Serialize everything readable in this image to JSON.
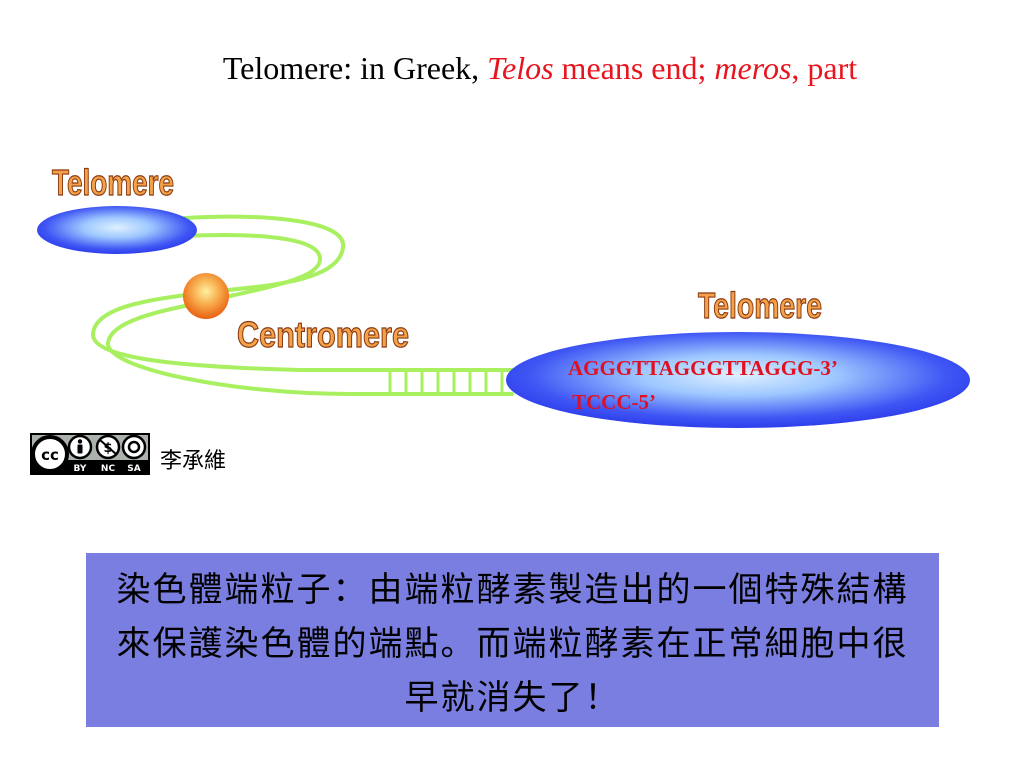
{
  "title": {
    "prefix": "Telomere: in Greek, ",
    "term1": "Telos",
    "middle": " means end; ",
    "term2": "meros",
    "suffix": ", part"
  },
  "labels": {
    "telomere_left": "Telomere",
    "telomere_right": "Telomere",
    "centromere": "Centromere"
  },
  "sequence": {
    "top_strand": "AGGGTTAGGGTTAGGG-3’",
    "bottom_strand": "TCCC-5’"
  },
  "license": {
    "cc": "cc",
    "by": "BY",
    "nc": "NC",
    "sa": "SA"
  },
  "author": "李承維",
  "note": "染色體端粒子：由端粒酵素製造出的一個特殊結構來保護染色體的端點。而端粒酵素在正常細胞中很早就消失了！",
  "colors": {
    "strand": "#a8f060",
    "telomere_blue": "#2f3cf0",
    "centromere_orange": "#f08020",
    "label_fill": "#f4a24a",
    "sequence_red": "#e01020",
    "note_bg": "#7a7ee0"
  }
}
